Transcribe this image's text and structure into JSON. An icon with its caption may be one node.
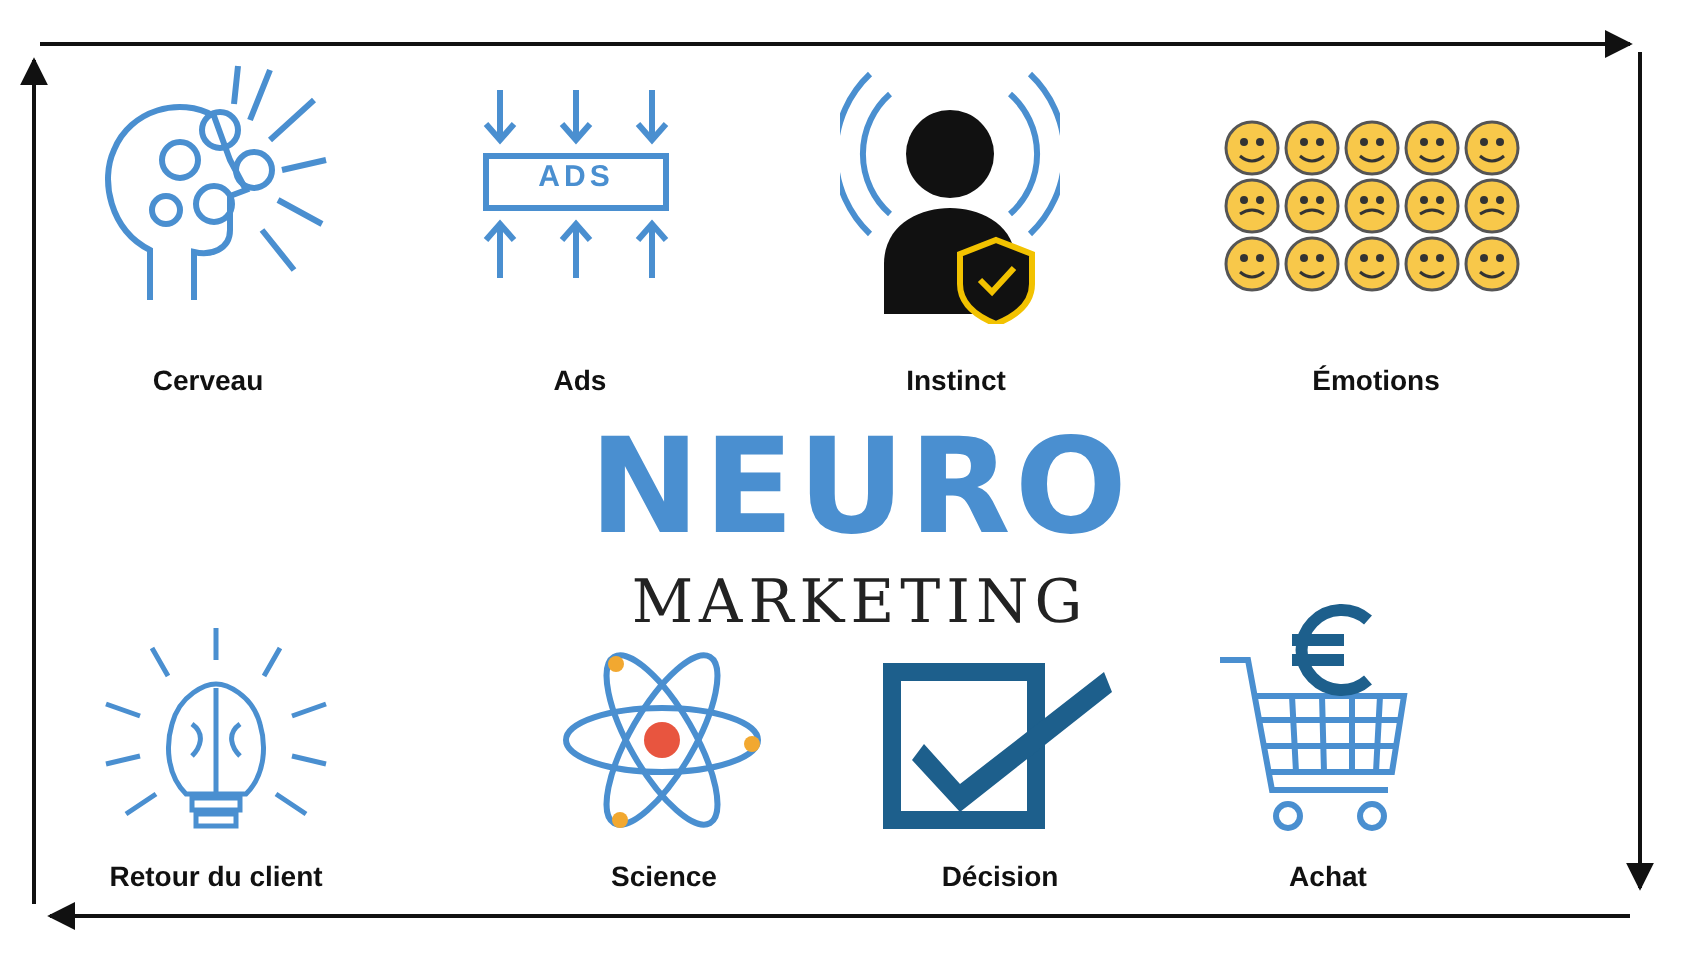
{
  "diagram": {
    "title": "NEURO MARKETING",
    "labels": [
      "ADS",
      "Cerveau",
      "Ads",
      "Instinct",
      "Émotions",
      "Retour du client",
      "Science",
      "Décision",
      "Achat"
    ]
  }
}
